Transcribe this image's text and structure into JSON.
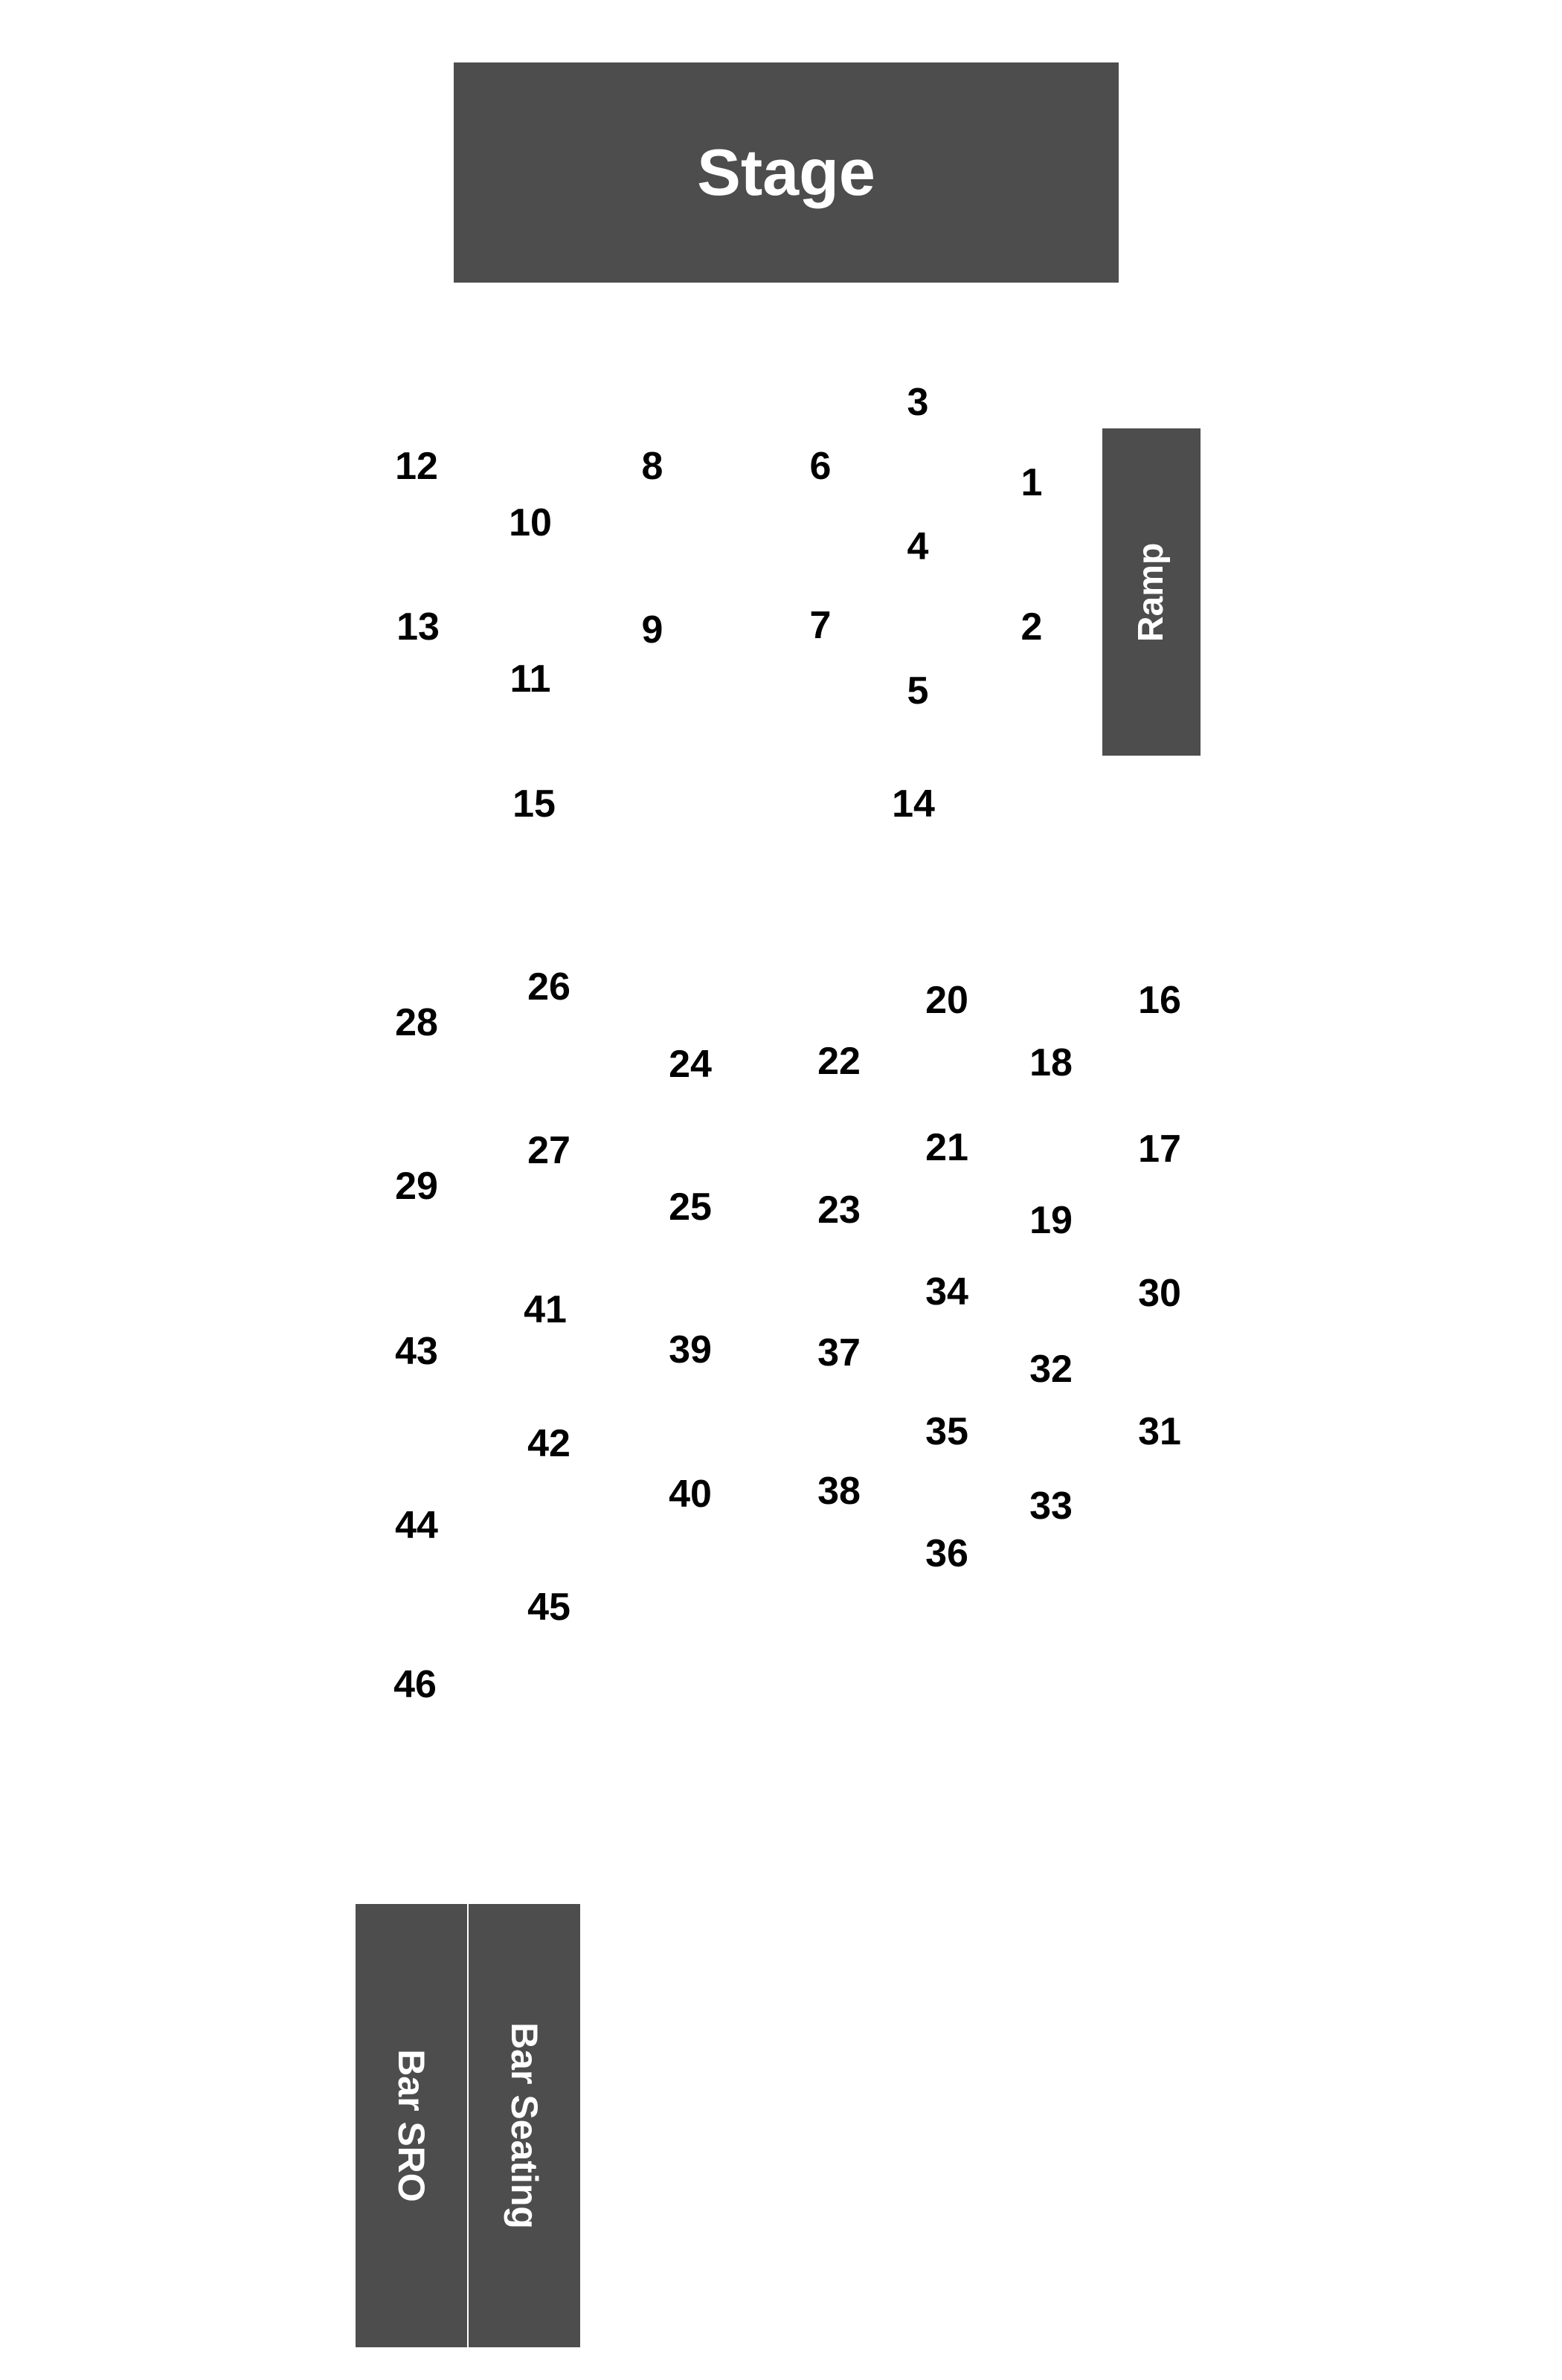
{
  "venue_map": {
    "stage": {
      "label": "Stage"
    },
    "ramp": {
      "label": "Ramp"
    },
    "bar_sro": {
      "label": "Bar SRO"
    },
    "bar_seating": {
      "label": "Bar Seating"
    },
    "colors": {
      "block": "#4d4d4d",
      "block_text": "#ffffff",
      "table_number": "#000000",
      "background": "#ffffff"
    },
    "tables": [
      "1",
      "2",
      "3",
      "4",
      "5",
      "6",
      "7",
      "8",
      "9",
      "10",
      "11",
      "12",
      "13",
      "14",
      "15",
      "16",
      "17",
      "18",
      "19",
      "20",
      "21",
      "22",
      "23",
      "24",
      "25",
      "26",
      "27",
      "28",
      "29",
      "30",
      "31",
      "32",
      "33",
      "34",
      "35",
      "36",
      "37",
      "38",
      "39",
      "40",
      "41",
      "42",
      "43",
      "44",
      "45",
      "46"
    ]
  }
}
